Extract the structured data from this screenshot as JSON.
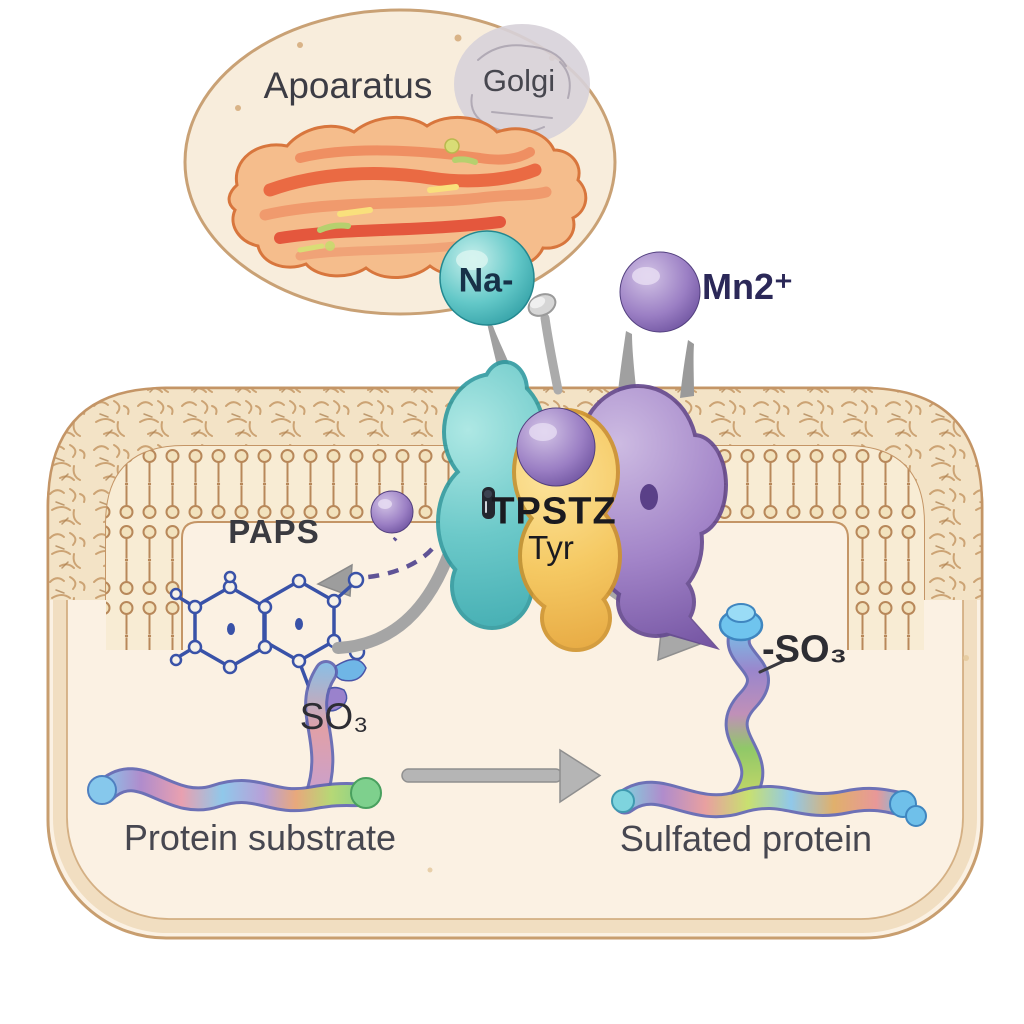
{
  "figure": {
    "golgi": {
      "title": "Apoaratus",
      "organelle_label": "Golgi"
    },
    "ions": {
      "sodium": "Na-",
      "manganese": "Mn2⁺"
    },
    "enzyme": {
      "name": "TPSTZ",
      "residue": "Tyr"
    },
    "cofactor": {
      "label": "PAPS"
    },
    "sulfo_group_left": "SO₃",
    "sulfo_group_right": "-SO₃",
    "substrate_label": "Protein substrate",
    "product_label": "Sulfated protein"
  },
  "palette": {
    "cell_fill": "#fbf1e3",
    "membrane_tan": "#c49566",
    "golgi_orange": "#e98d5a",
    "enzyme_teal": "#3aa7ad",
    "enzyme_gold": "#f0bd4e",
    "enzyme_purple": "#7b5ca8",
    "ion_teal": "#2a99a0",
    "ion_purple": "#5f4493",
    "arrow_gray": "#a8a8a8",
    "structure_blue": "#3952a8",
    "text_dark": "#3a3a40"
  }
}
